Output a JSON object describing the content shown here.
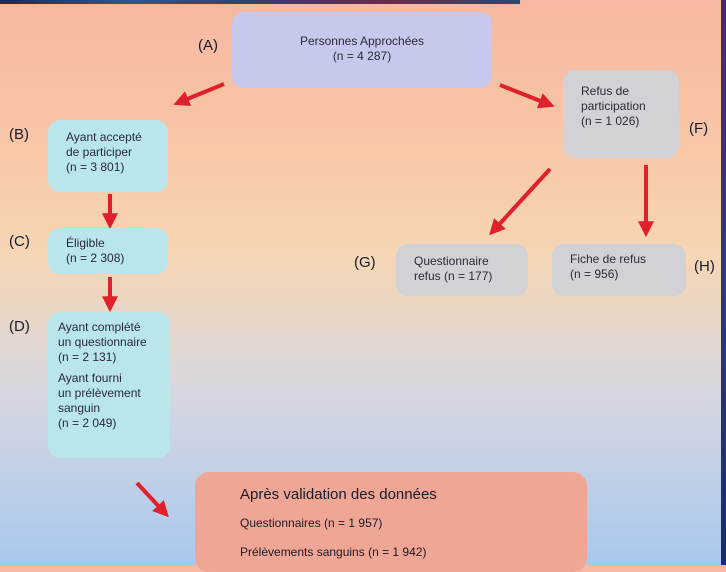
{
  "nodes": {
    "A": {
      "tag": "(A)",
      "lines": [
        "Personnes Approchées",
        "(n = 4 287)"
      ]
    },
    "B": {
      "tag": "(B)",
      "lines": [
        "Ayant accepté",
        "de participer",
        "(n = 3 801)"
      ]
    },
    "C": {
      "tag": "(C)",
      "lines": [
        "Éligible",
        "(n = 2 308)"
      ]
    },
    "D": {
      "tag": "(D)",
      "lines": [
        "Ayant complété",
        "un questionnaire",
        "(n = 2 131)"
      ],
      "lines2": [
        "Ayant fourni",
        "un prélèvement",
        "sanguin",
        "(n = 2 049)"
      ]
    },
    "F": {
      "tag": "(F)",
      "lines": [
        "Refus de",
        "participation",
        "(n = 1 026)"
      ]
    },
    "G": {
      "tag": "(G)",
      "lines": [
        "Questionnaire",
        "refus (n = 177)"
      ]
    },
    "H": {
      "tag": "(H)",
      "lines": [
        "Fiche de refus",
        "(n = 956)"
      ]
    }
  },
  "final": {
    "title": "Après validation des données",
    "line1": "Questionnaires (n = 1 957)",
    "line2": "Prélèvements sanguins (n = 1 942)"
  },
  "colors": {
    "arrow": "#e0202a"
  }
}
